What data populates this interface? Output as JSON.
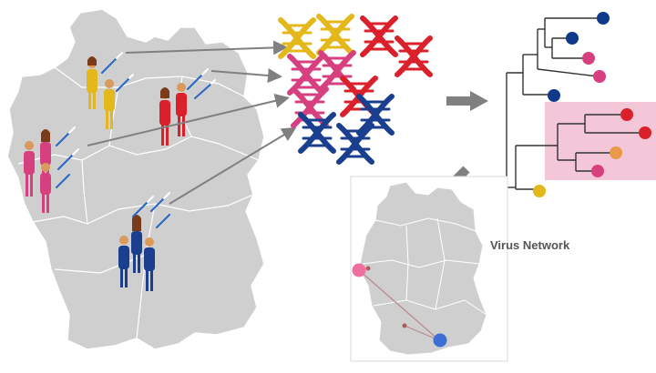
{
  "network_panel": {
    "label": "Virus Network"
  },
  "colors": {
    "map_fill": "#cfcfcf",
    "map_border": "#ffffff",
    "arrow": "#808080",
    "clade_highlight": "#f3c6d8",
    "group_yellow": "#e4b81a",
    "group_red": "#d9202b",
    "group_pink": "#d6407e",
    "group_blue": "#1b3f8f",
    "tip_navy": "#0f3a8a",
    "tip_orange": "#e8994a",
    "network_pink": "#ef6f9f",
    "network_blue": "#3b6fd6",
    "network_edge": "#b98a8a"
  },
  "icons": {
    "germany_map": "germany-map",
    "person": "person-figure",
    "swab": "swab-stick",
    "dna": "dna-double-helix",
    "tree": "phylogenetic-tree",
    "arrow": "gray-arrow"
  }
}
